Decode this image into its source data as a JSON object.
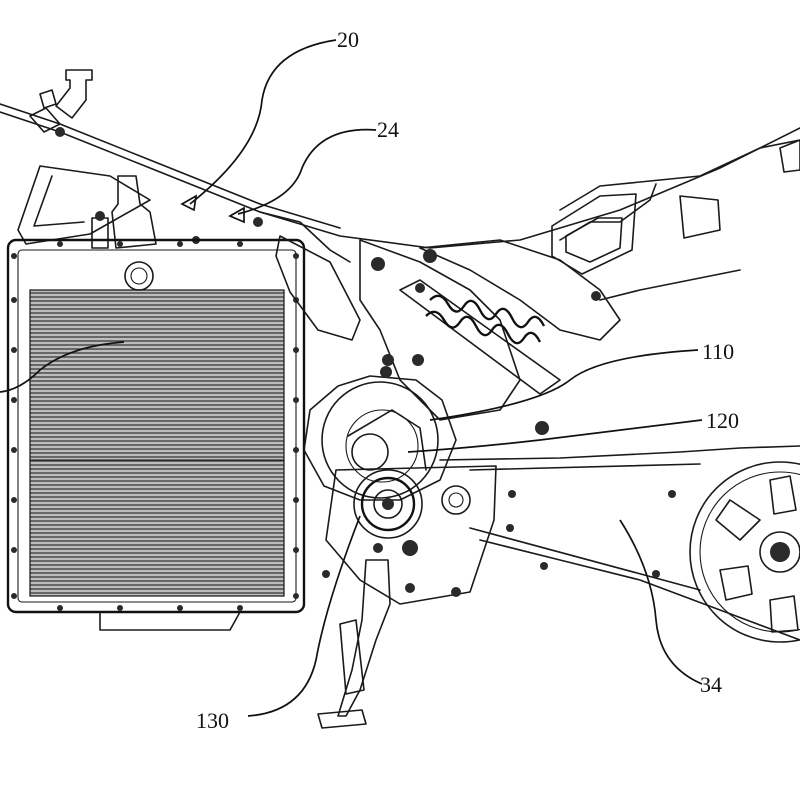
{
  "figure": {
    "reference_numerals": [
      {
        "id": "frame",
        "text": "20"
      },
      {
        "id": "frame-upper",
        "text": "24"
      },
      {
        "id": "motor-housing",
        "text": "110"
      },
      {
        "id": "motor-shaft",
        "text": "120"
      },
      {
        "id": "drive-sprocket",
        "text": "130"
      },
      {
        "id": "swingarm",
        "text": "34"
      }
    ]
  }
}
